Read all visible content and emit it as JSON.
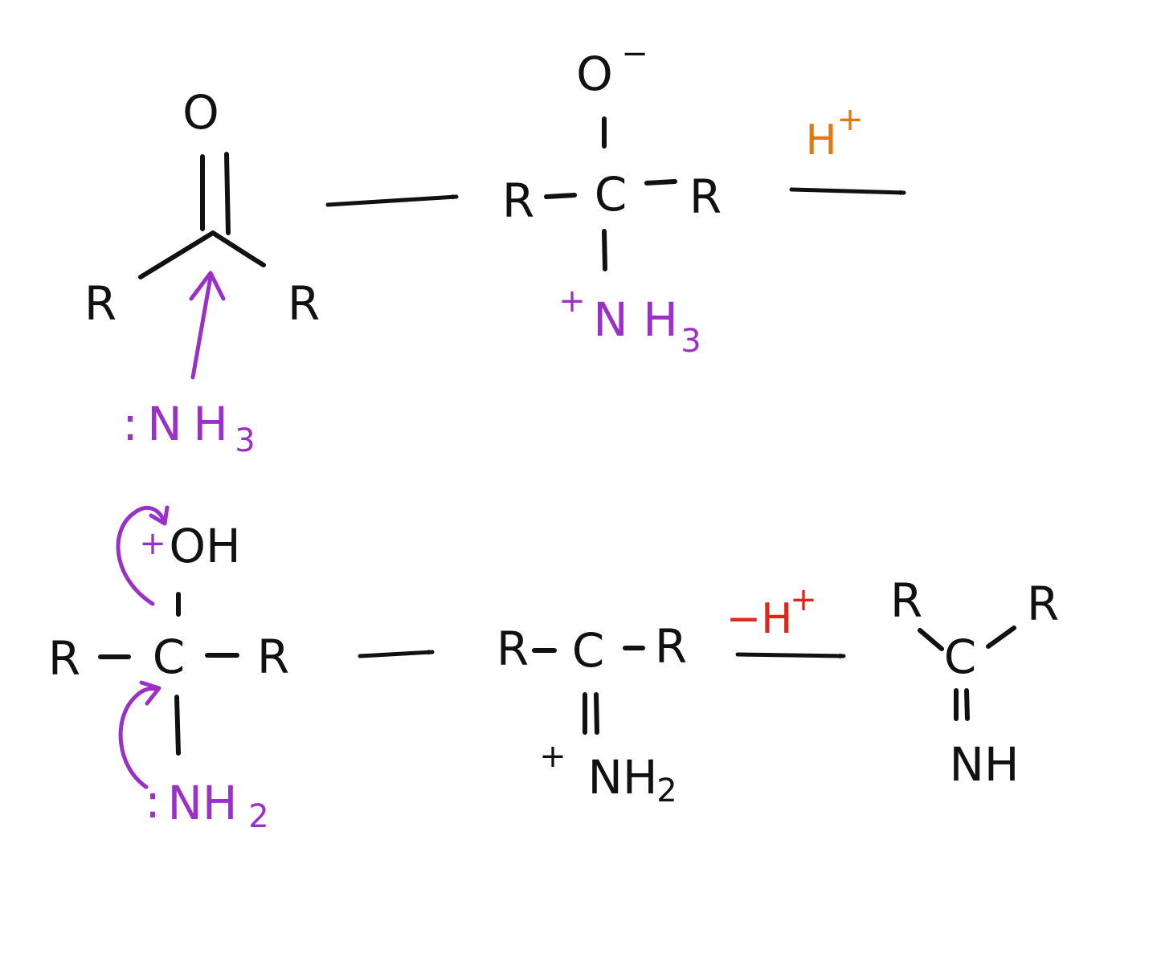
{
  "colors": {
    "ink": "#111111",
    "purple": "#9b30c8",
    "orange": "#e07a10",
    "red": "#e0241b"
  },
  "step1": {
    "reactant": {
      "o": "O",
      "r_left": "R",
      "r_right": "R"
    },
    "nucleophile": {
      "dots": ":",
      "n": "N",
      "h": "H",
      "sub": "3"
    },
    "intermediate": {
      "o": "O",
      "o_charge": "−",
      "r_left": "R",
      "c": "C",
      "r_right": "R",
      "n_charge": "+",
      "n": "N",
      "h": "H",
      "sub": "3"
    },
    "reagent": {
      "text": "H",
      "charge": "+"
    }
  },
  "step2": {
    "alcohol": {
      "o_charge": "+",
      "oh": "OH",
      "r_left": "R",
      "c": "C",
      "r_right": "R",
      "dots": ":",
      "nh": "NH",
      "sub": "2"
    },
    "iminium": {
      "r_left": "R",
      "c": "C",
      "r_right": "R",
      "n_charge": "+",
      "nh": "NH",
      "sub": "2"
    },
    "reagent": {
      "text": "−H",
      "charge": "+"
    },
    "imine": {
      "r_left": "R",
      "c": "C",
      "r_right": "R",
      "nh": "NH"
    }
  }
}
